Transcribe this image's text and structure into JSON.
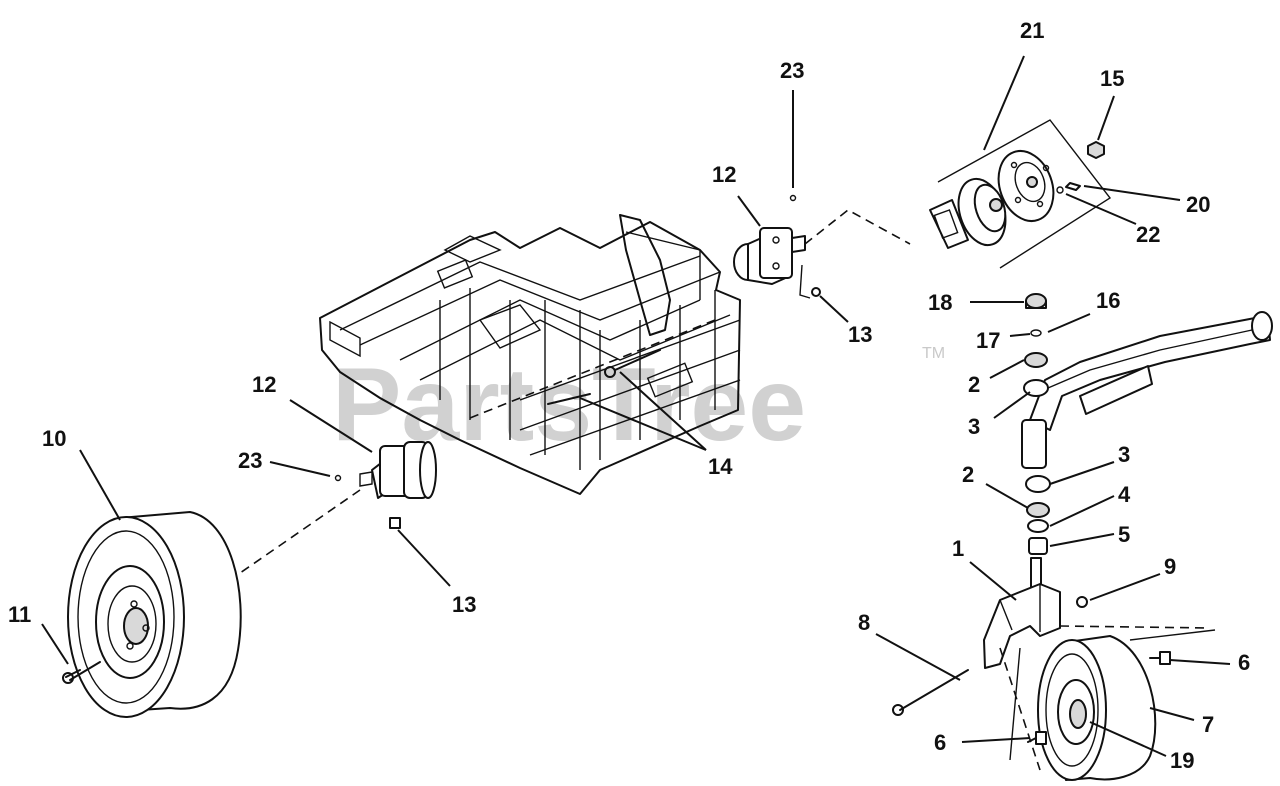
{
  "watermark": {
    "text": "PartsTree",
    "tm": "TM"
  },
  "callouts": {
    "c21": "21",
    "c23a": "23",
    "c15": "15",
    "c12a": "12",
    "c20": "20",
    "c22": "22",
    "c18": "18",
    "c16": "16",
    "c17": "17",
    "c13a": "13",
    "c2a": "2",
    "c3a": "3",
    "c12b": "12",
    "c10": "10",
    "c23b": "23",
    "c14": "14",
    "c3b": "3",
    "c2b": "2",
    "c4": "4",
    "c5": "5",
    "c1": "1",
    "c9": "9",
    "c13b": "13",
    "c11": "11",
    "c8": "8",
    "c6a": "6",
    "c7": "7",
    "c6b": "6",
    "c19": "19"
  }
}
